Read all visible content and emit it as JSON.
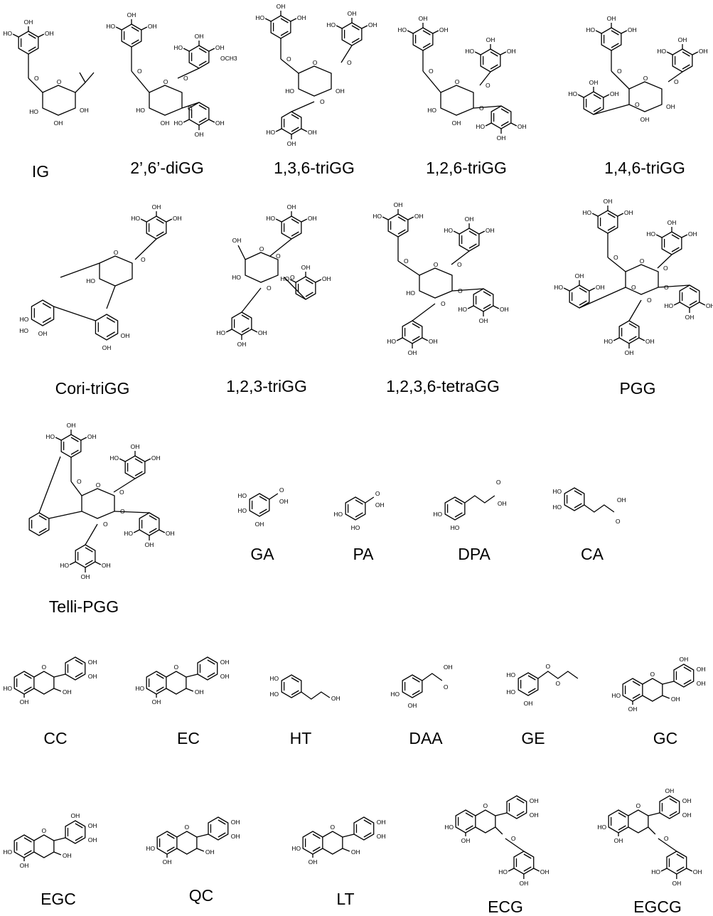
{
  "compounds": [
    {
      "id": "ig",
      "name": "IG"
    },
    {
      "id": "diGG",
      "name": "2’,6’-diGG"
    },
    {
      "id": "t136",
      "name": "1,3,6-triGG"
    },
    {
      "id": "t126",
      "name": "1,2,6-triGG"
    },
    {
      "id": "t146",
      "name": "1,4,6-triGG"
    },
    {
      "id": "cori",
      "name": "Cori-triGG"
    },
    {
      "id": "t123",
      "name": "1,2,3-triGG"
    },
    {
      "id": "tetra",
      "name": "1,2,3,6-tetraGG"
    },
    {
      "id": "pgg",
      "name": "PGG"
    },
    {
      "id": "telli",
      "name": "Telli-PGG"
    },
    {
      "id": "ga",
      "name": "GA"
    },
    {
      "id": "pa",
      "name": "PA"
    },
    {
      "id": "dpa",
      "name": "DPA"
    },
    {
      "id": "ca",
      "name": "CA"
    },
    {
      "id": "cc",
      "name": "CC"
    },
    {
      "id": "ec",
      "name": "EC"
    },
    {
      "id": "ht",
      "name": "HT"
    },
    {
      "id": "daa",
      "name": "DAA"
    },
    {
      "id": "ge",
      "name": "GE"
    },
    {
      "id": "gc",
      "name": "GC"
    },
    {
      "id": "egc",
      "name": "EGC"
    },
    {
      "id": "qc",
      "name": "QC"
    },
    {
      "id": "lt",
      "name": "LT"
    },
    {
      "id": "ecg",
      "name": "ECG"
    },
    {
      "id": "egcg",
      "name": "EGCG"
    }
  ],
  "atoms": {
    "oh": "OH",
    "ho": "HO",
    "o": "O",
    "och3": "OCH3"
  }
}
